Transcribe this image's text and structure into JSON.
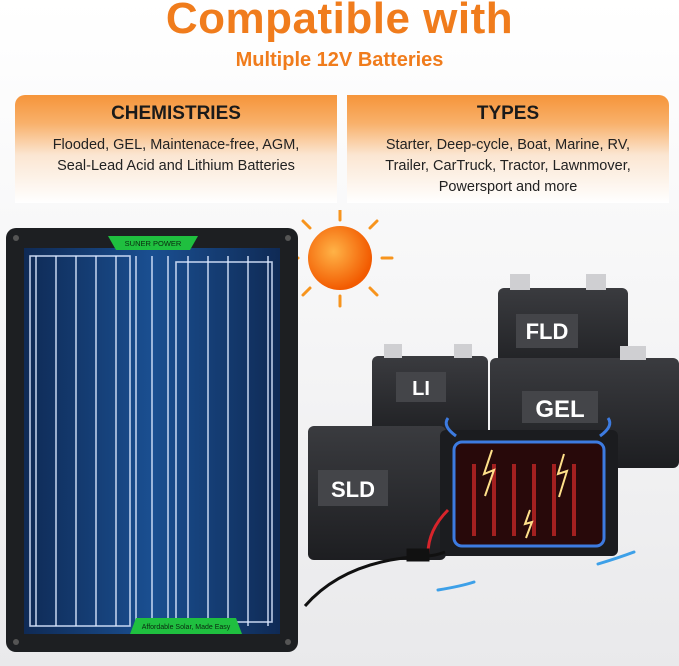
{
  "header": {
    "title": "Compatible with",
    "subtitle": "Multiple 12V Batteries"
  },
  "panels": [
    {
      "title": "CHEMISTRIES",
      "body": "Flooded, GEL, Maintenace-free, AGM,\nSeal-Lead Acid and Lithium Batteries"
    },
    {
      "title": "TYPES",
      "body": "Starter, Deep-cycle, Boat, Marine, RV,\nTrailer, CarTruck, Tractor, Lawnmover,\nPowersport and more"
    }
  ],
  "solar_panel": {
    "brand": "SUNER POWER",
    "tagline": "Affordable Solar, Made Easy"
  },
  "batteries": {
    "fld": "FLD",
    "li": "LI",
    "gel": "GEL",
    "sld": "SLD"
  },
  "colors": {
    "accent": "#f07c1c",
    "panel_green": "#1fbf3f",
    "battery": "#2a2b2e"
  }
}
